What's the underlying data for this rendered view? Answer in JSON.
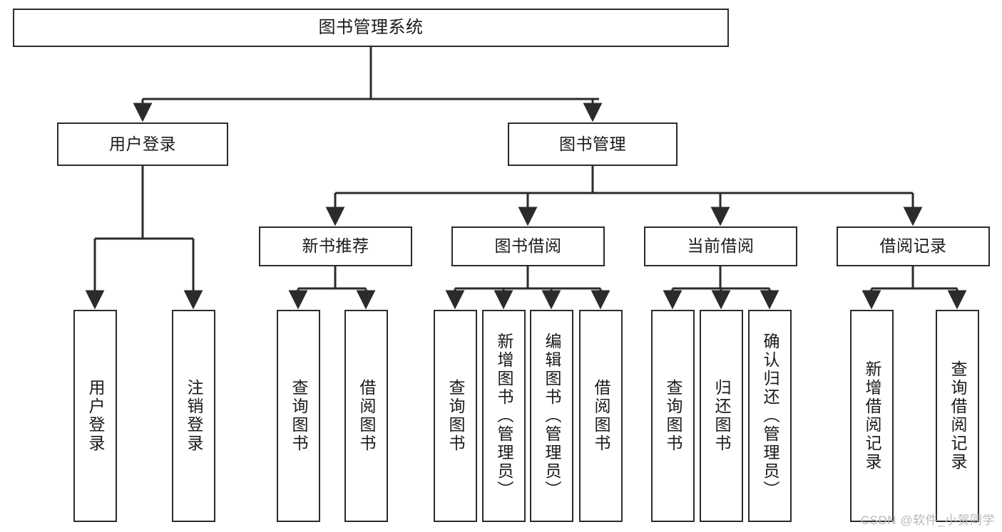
{
  "diagram": {
    "title": "图书管理系统",
    "type": "hierarchy-tree",
    "watermark": "CSDN @软件_小贺同学",
    "colors": {
      "stroke": "#2b2b2b",
      "fill": "#ffffff",
      "text": "#1a1a1a",
      "watermark": "#b9b9b9"
    }
  },
  "nodes": {
    "root": {
      "label": "图书管理系统"
    },
    "level1": [
      {
        "id": "user-login",
        "label": "用户登录"
      },
      {
        "id": "book-manage",
        "label": "图书管理"
      }
    ],
    "level2": [
      {
        "id": "new-book-recommend",
        "label": "新书推荐"
      },
      {
        "id": "book-borrow",
        "label": "图书借阅"
      },
      {
        "id": "current-borrow",
        "label": "当前借阅"
      },
      {
        "id": "borrow-record",
        "label": "借阅记录"
      }
    ],
    "leaves": {
      "user-login": [
        {
          "id": "leaf-user-login",
          "label": "用户登录"
        },
        {
          "id": "leaf-user-logout",
          "label": "注销登录"
        }
      ],
      "new-book-recommend": [
        {
          "id": "leaf-query-book-1",
          "label": "查询图书"
        },
        {
          "id": "leaf-borrow-book-1",
          "label": "借阅图书"
        }
      ],
      "book-borrow": [
        {
          "id": "leaf-query-book-2",
          "label": "查询图书"
        },
        {
          "id": "leaf-add-book",
          "label": "新增图书（管理员）"
        },
        {
          "id": "leaf-edit-book",
          "label": "编辑图书（管理员）"
        },
        {
          "id": "leaf-borrow-book-2",
          "label": "借阅图书"
        }
      ],
      "current-borrow": [
        {
          "id": "leaf-query-book-3",
          "label": "查询图书"
        },
        {
          "id": "leaf-return-book",
          "label": "归还图书"
        },
        {
          "id": "leaf-confirm-return",
          "label": "确认归还（管理员）"
        }
      ],
      "borrow-record": [
        {
          "id": "leaf-add-record",
          "label": "新增借阅记录"
        },
        {
          "id": "leaf-query-record",
          "label": "查询借阅记录"
        }
      ]
    }
  }
}
